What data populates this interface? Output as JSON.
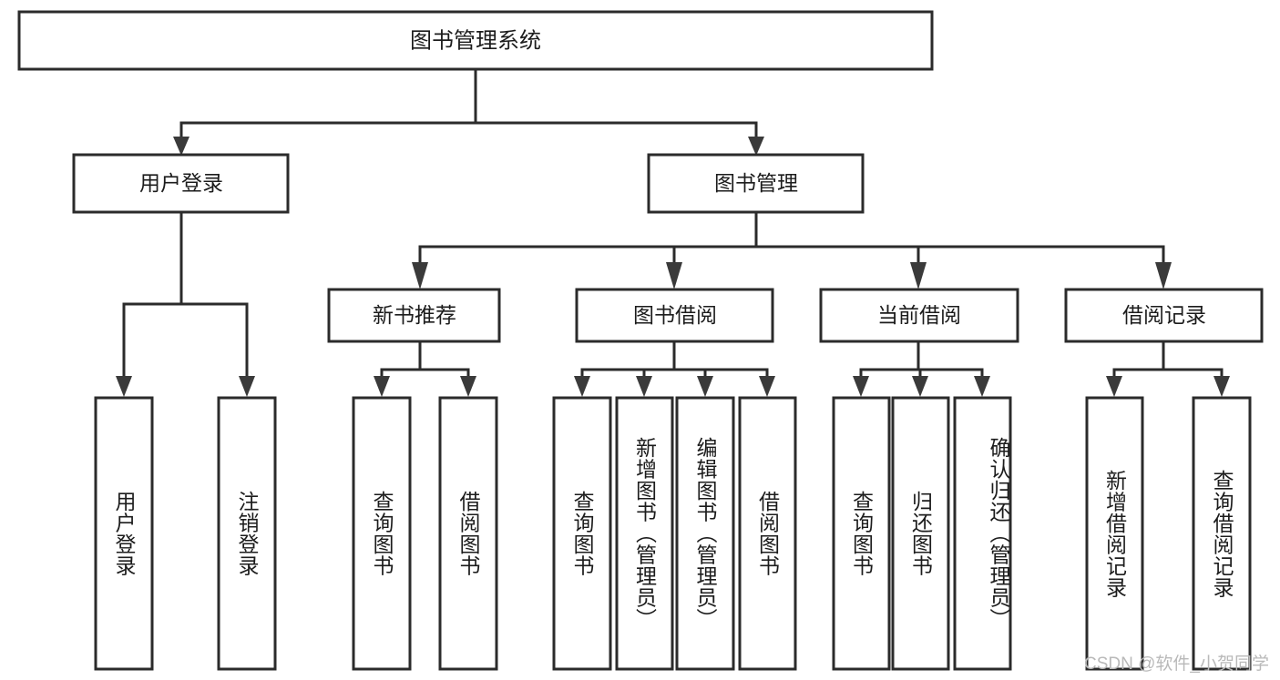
{
  "diagram": {
    "type": "tree",
    "title": "图书管理系统",
    "watermark": "CSDN @软件_小贺同学",
    "colors": {
      "box_stroke": "#2b2b2b",
      "box_fill": "#ffffff",
      "text": "#1c1c1c",
      "connector": "#2b2b2b",
      "watermark": "#b9b9b9",
      "background": "#ffffff"
    },
    "root": {
      "label": "图书管理系统"
    },
    "level1": [
      {
        "label": "用户登录"
      },
      {
        "label": "图书管理"
      }
    ],
    "level2": [
      {
        "label": "新书推荐"
      },
      {
        "label": "图书借阅"
      },
      {
        "label": "当前借阅"
      },
      {
        "label": "借阅记录"
      }
    ],
    "leaves": {
      "user_login": [
        {
          "label": "用户登录"
        },
        {
          "label": "注销登录"
        }
      ],
      "new_book_recommend": [
        {
          "label": "查询图书"
        },
        {
          "label": "借阅图书"
        }
      ],
      "book_borrow": [
        {
          "label": "查询图书"
        },
        {
          "label": "新增图书（管理员）"
        },
        {
          "label": "编辑图书（管理员）"
        },
        {
          "label": "借阅图书"
        }
      ],
      "current_borrow": [
        {
          "label": "查询图书"
        },
        {
          "label": "归还图书"
        },
        {
          "label": "确认归还（管理员）"
        }
      ],
      "borrow_record": [
        {
          "label": "新增借阅记录"
        },
        {
          "label": "查询借阅记录"
        }
      ]
    }
  }
}
